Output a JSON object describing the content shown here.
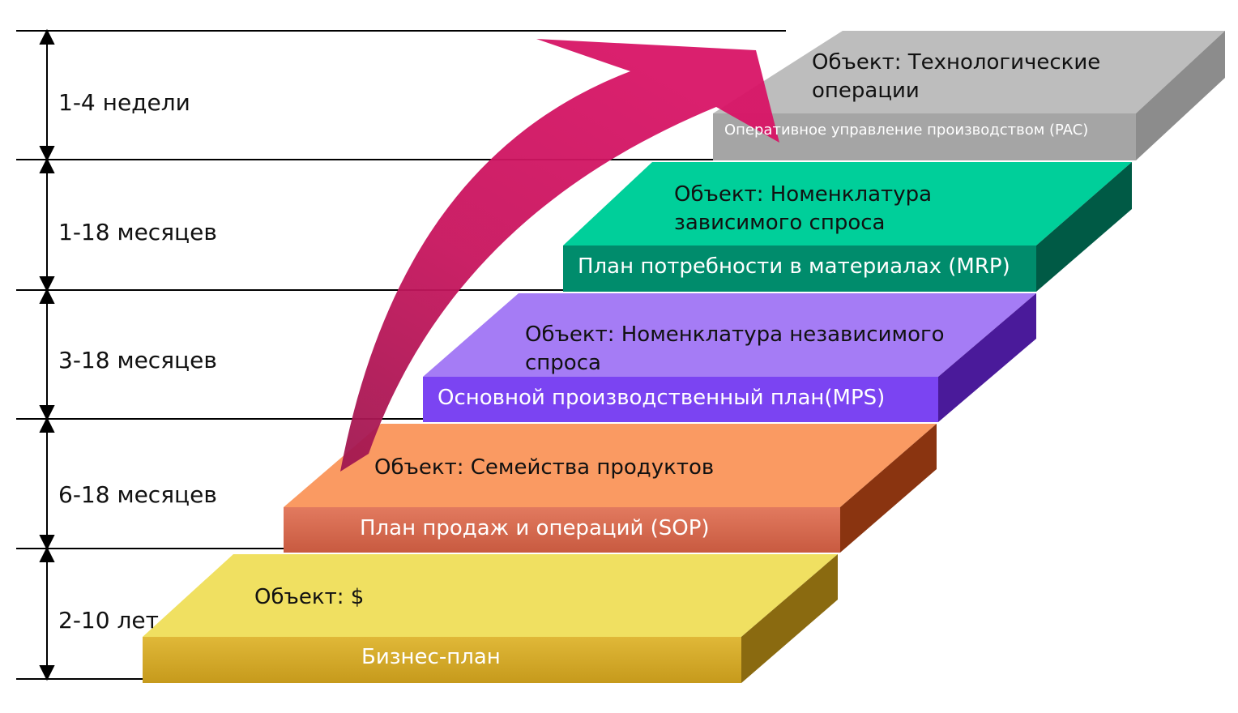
{
  "periods": [
    {
      "label": "1-4 недели"
    },
    {
      "label": "1-18 месяцев"
    },
    {
      "label": "3-18 месяцев"
    },
    {
      "label": "6-18 месяцев"
    },
    {
      "label": "2-10 лет"
    }
  ],
  "steps": [
    {
      "object": "Объект: $",
      "plan": "Бизнес-план",
      "colors": {
        "top": "#f0e061",
        "front": "#d4a92a",
        "side": "#8a6a10"
      }
    },
    {
      "object": "Объект: Семейства продуктов",
      "plan": "План продаж и операций (SOP)",
      "colors": {
        "top": "#fa9a62",
        "front": "#d76850",
        "side": "#8a3410"
      }
    },
    {
      "object_lines": [
        "Объект: Номенклатура независимого",
        "спроса"
      ],
      "plan": "Основной производственный план(MPS)",
      "colors": {
        "top": "#a57cf5",
        "front": "#7a44f0",
        "side": "#4a1a9a"
      }
    },
    {
      "object_lines": [
        "Объект: Номенклатура",
        "зависимого спроса"
      ],
      "plan": "План потребности в материалах (MRP)",
      "colors": {
        "top": "#00cf9a",
        "front": "#008a6c",
        "side": "#005a45"
      }
    },
    {
      "object_lines": [
        "Объект: Технологические",
        "операции"
      ],
      "plan": "Оперативное управление производством (PAC)",
      "colors": {
        "top": "#bdbdbd",
        "front": "#a3a3a3",
        "side": "#8a8a8a"
      }
    }
  ],
  "colors": {
    "arrow": "#cc1162",
    "lines": "#000000"
  }
}
